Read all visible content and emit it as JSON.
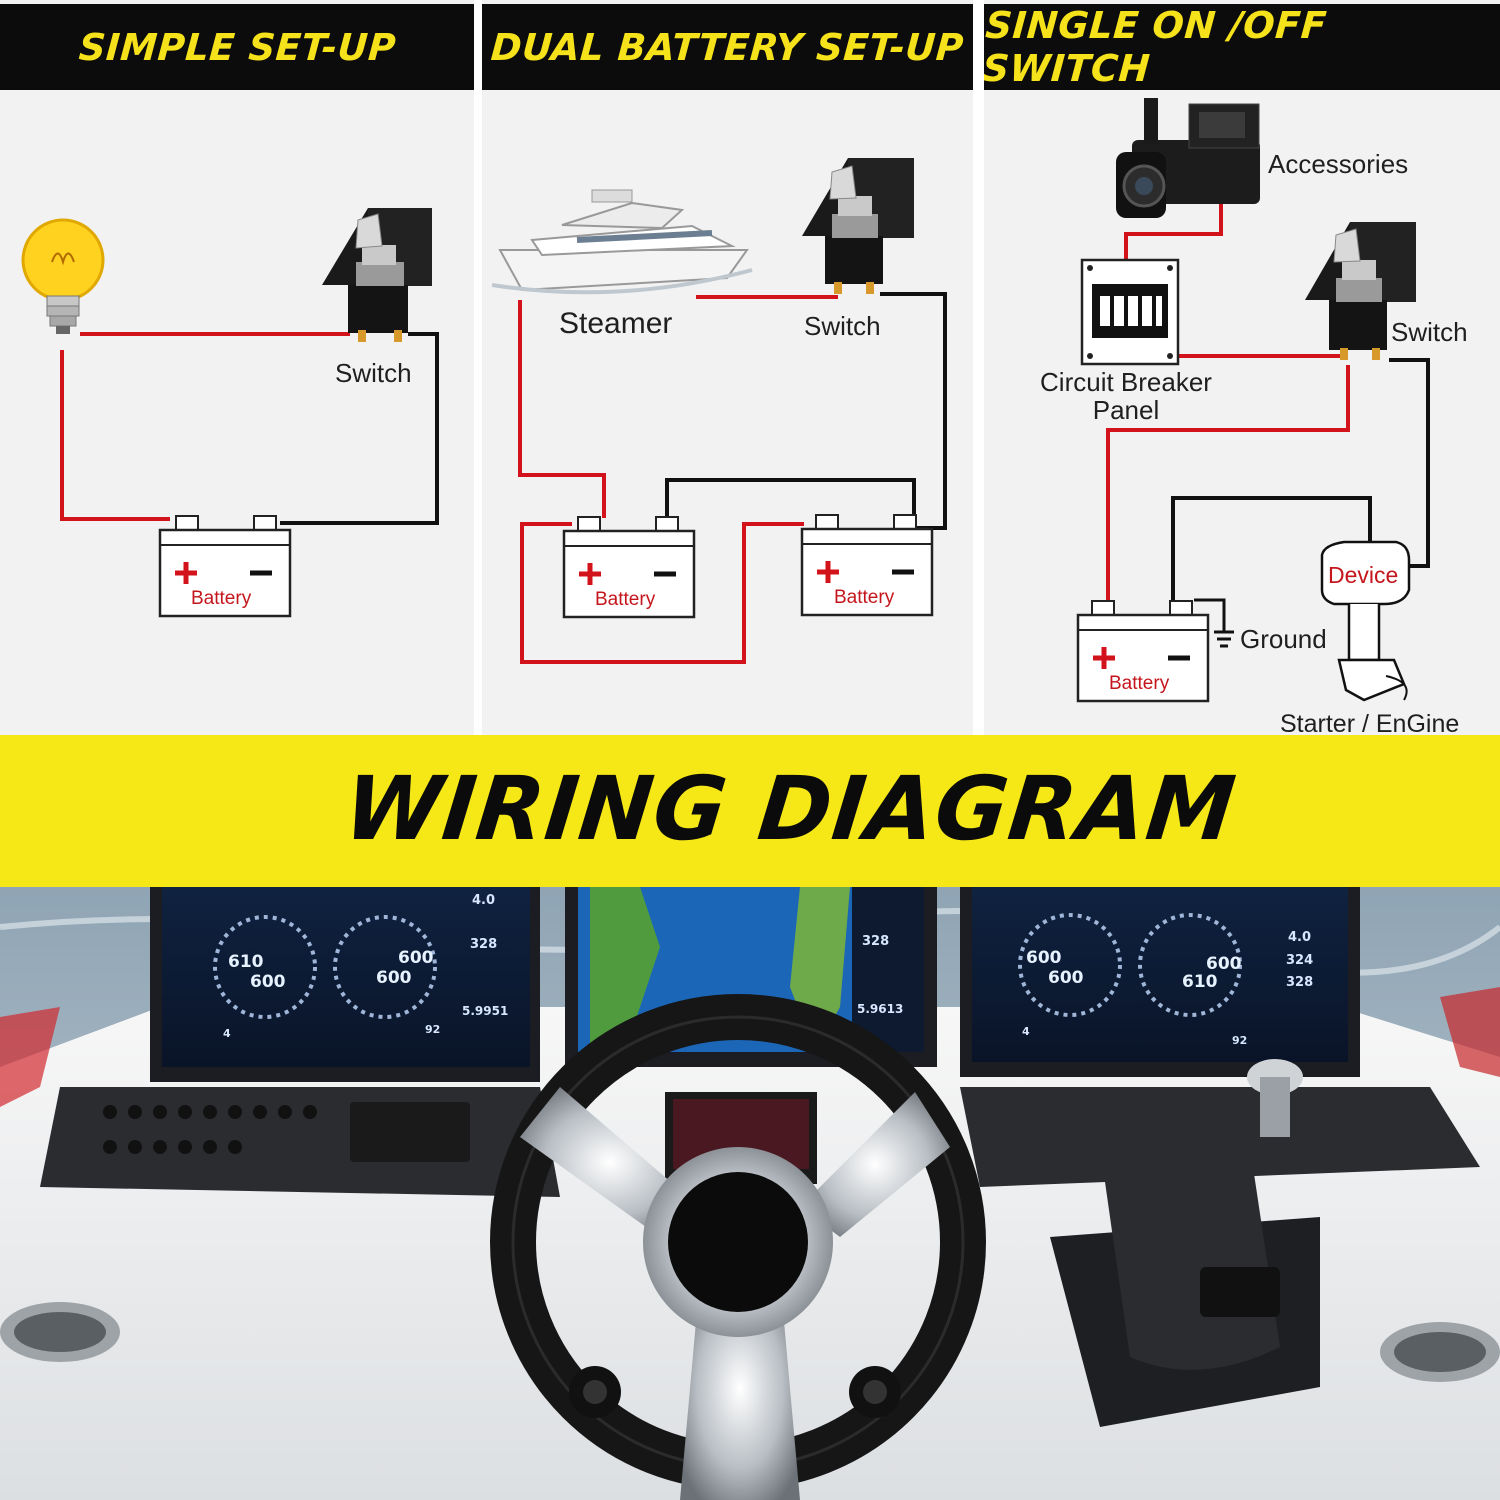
{
  "panels": {
    "simple": {
      "title": "SIMPLE SET-UP",
      "switch_label": "Switch",
      "battery_label": "Battery"
    },
    "dual": {
      "title": "DUAL BATTERY SET-UP",
      "steamer_label": "Steamer",
      "switch_label": "Switch",
      "battery1_label": "Battery",
      "battery2_label": "Battery"
    },
    "single": {
      "title": "SINGLE ON /OFF SWITCH",
      "accessories_label": "Accessories",
      "breaker_label_line1": "Circuit Breaker",
      "breaker_label_line2": "Panel",
      "switch_label": "Switch",
      "device_label": "Device",
      "ground_label": "Ground",
      "battery_label": "Battery",
      "starter_label": "Starter / EnGine"
    }
  },
  "banner": {
    "title": "WIRING DIAGRAM"
  },
  "dashboard": {
    "left_screen": {
      "top_value": "4.0",
      "side_value": "328",
      "gauge1": "610",
      "gauge1b": "600",
      "gauge2": "600",
      "gauge2b": "600",
      "bottom_value": "5.9951",
      "corner_value": "92",
      "footer_value": "4"
    },
    "center_screen": {
      "side_value": "328",
      "bottom_value": "5.9613"
    },
    "right_screen": {
      "top_value": "4.0",
      "side_value1": "324",
      "side_value2": "328",
      "gauge1": "600",
      "gauge1b": "600",
      "gauge2": "600",
      "gauge2b": "610",
      "corner_value": "92",
      "footer_value": "4"
    }
  },
  "colors": {
    "header_bg": "#0c0c0c",
    "header_text": "#f6e21a",
    "banner_bg": "#f6e816",
    "wire_red": "#d3131b",
    "wire_black": "#111111"
  }
}
